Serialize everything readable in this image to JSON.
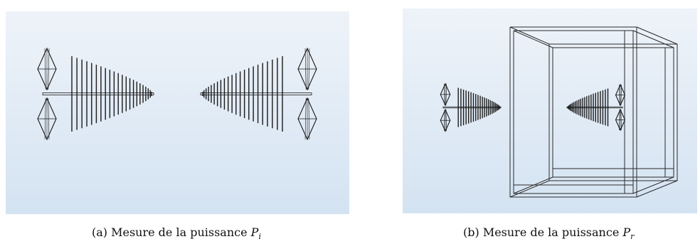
{
  "figure": {
    "panel_a": {
      "caption_label": "(a) Mesure de la puissance",
      "caption_symbol": "P",
      "caption_subscript": "i"
    },
    "panel_b": {
      "caption_label": "(b) Mesure de la puissance",
      "caption_symbol": "P",
      "caption_subscript": "r"
    }
  },
  "colors": {
    "background_top": "#eef3f9",
    "background_bottom": "#d4e3f2",
    "stroke": "#1a1a1a",
    "box_stroke": "#2a2a2a"
  }
}
